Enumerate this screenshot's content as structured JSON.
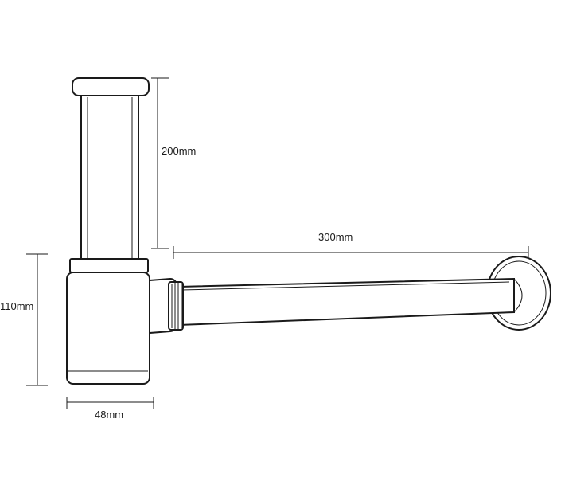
{
  "dimensions": {
    "column_height": "200mm",
    "pipe_length": "300mm",
    "body_height": "110mm",
    "body_width": "48mm"
  },
  "colors": {
    "line": "#1a1a1a",
    "background": "#ffffff"
  }
}
